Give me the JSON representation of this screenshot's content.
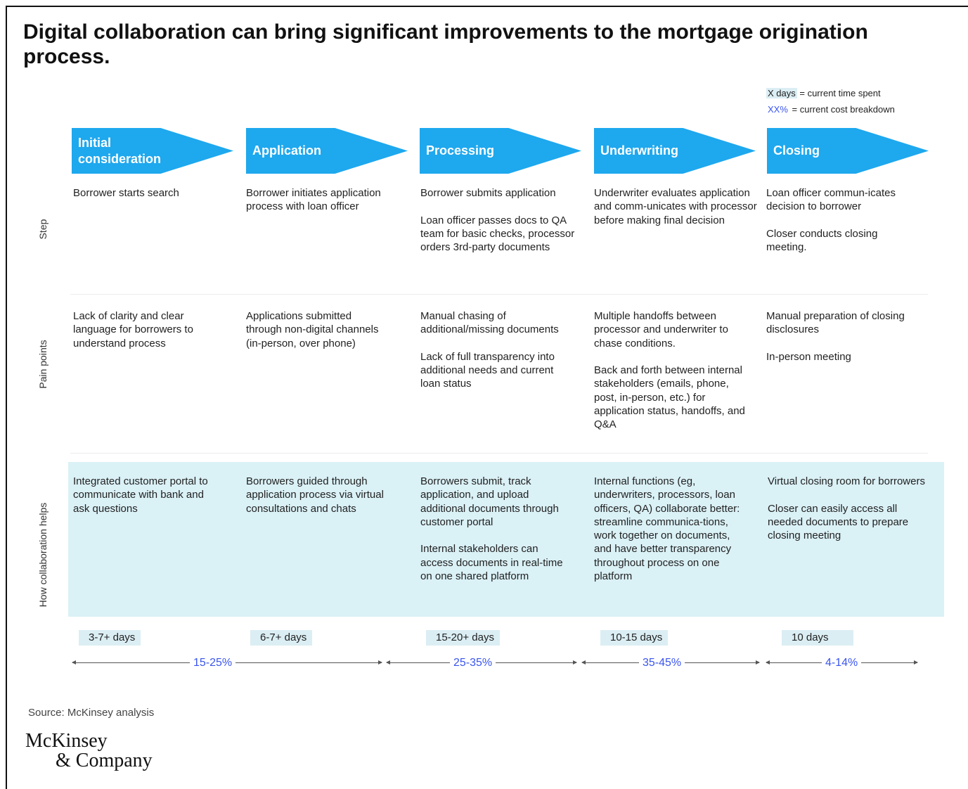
{
  "title": "Digital collaboration can bring significant improvements to the mortgage origination process.",
  "legend": {
    "days_key": "X days",
    "days_desc": "= current time spent",
    "cost_key": "XX%",
    "cost_desc": "= current cost breakdown"
  },
  "row_labels": {
    "step": "Step",
    "pain": "Pain points",
    "help": "How collaboration helps"
  },
  "stages": [
    {
      "name": "Initial consideration",
      "step": [
        "Borrower starts search"
      ],
      "pain": [
        "Lack of clarity and clear language for borrowers to understand process"
      ],
      "help": [
        "Integrated customer portal to communicate with bank and ask questions"
      ],
      "days": "3-7+ days",
      "cost": "15-25%"
    },
    {
      "name": "Application",
      "step": [
        "Borrower initiates application process with loan officer"
      ],
      "pain": [
        "Applications submitted through non-digital channels (in-person, over phone)"
      ],
      "help": [
        "Borrowers guided through application process via virtual consultations and chats"
      ],
      "days": "6-7+ days",
      "cost": "25-35%"
    },
    {
      "name": "Processing",
      "step": [
        "Borrower submits application",
        "Loan officer passes docs to QA team for basic checks, processor orders 3rd-party documents"
      ],
      "pain": [
        "Manual chasing of additional/missing documents",
        "Lack of full transparency into additional needs and current loan status"
      ],
      "help": [
        "Borrowers submit, track application, and upload additional  documents through customer portal",
        "Internal stakeholders can access documents in real-time on one shared platform"
      ],
      "days": "15-20+ days",
      "cost": "35-45%"
    },
    {
      "name": "Underwriting",
      "step": [
        "Underwriter evaluates application and comm-unicates with processor before making final decision"
      ],
      "pain": [
        "Multiple handoffs between processor and underwriter to chase conditions.",
        "Back and forth between internal stakeholders (emails, phone, post, in-person, etc.) for application status, handoffs, and Q&A"
      ],
      "help": [
        "Internal functions (eg, underwriters, processors, loan officers, QA) collaborate better: streamline communica-tions, work together on documents, and have better transparency throughout process on one platform"
      ],
      "days": "10-15 days",
      "cost": "4-14%"
    },
    {
      "name": "Closing",
      "step": [
        "Loan officer commun-icates decision to borrower",
        "Closer conducts closing meeting."
      ],
      "pain": [
        "Manual preparation of closing disclosures",
        "In-person meeting"
      ],
      "help": [
        "Virtual closing room for borrowers",
        "Closer can easily access all needed documents to prepare closing meeting"
      ],
      "days": "10 days"
    }
  ],
  "source": "Source: McKinsey analysis",
  "logo": {
    "line1": "McKinsey",
    "line2": "& Company"
  },
  "colors": {
    "chevron": "#1ea8ee",
    "help_band": "#daf1f6",
    "days_bg": "#dbeef4",
    "percent_text": "#3a55ee"
  }
}
